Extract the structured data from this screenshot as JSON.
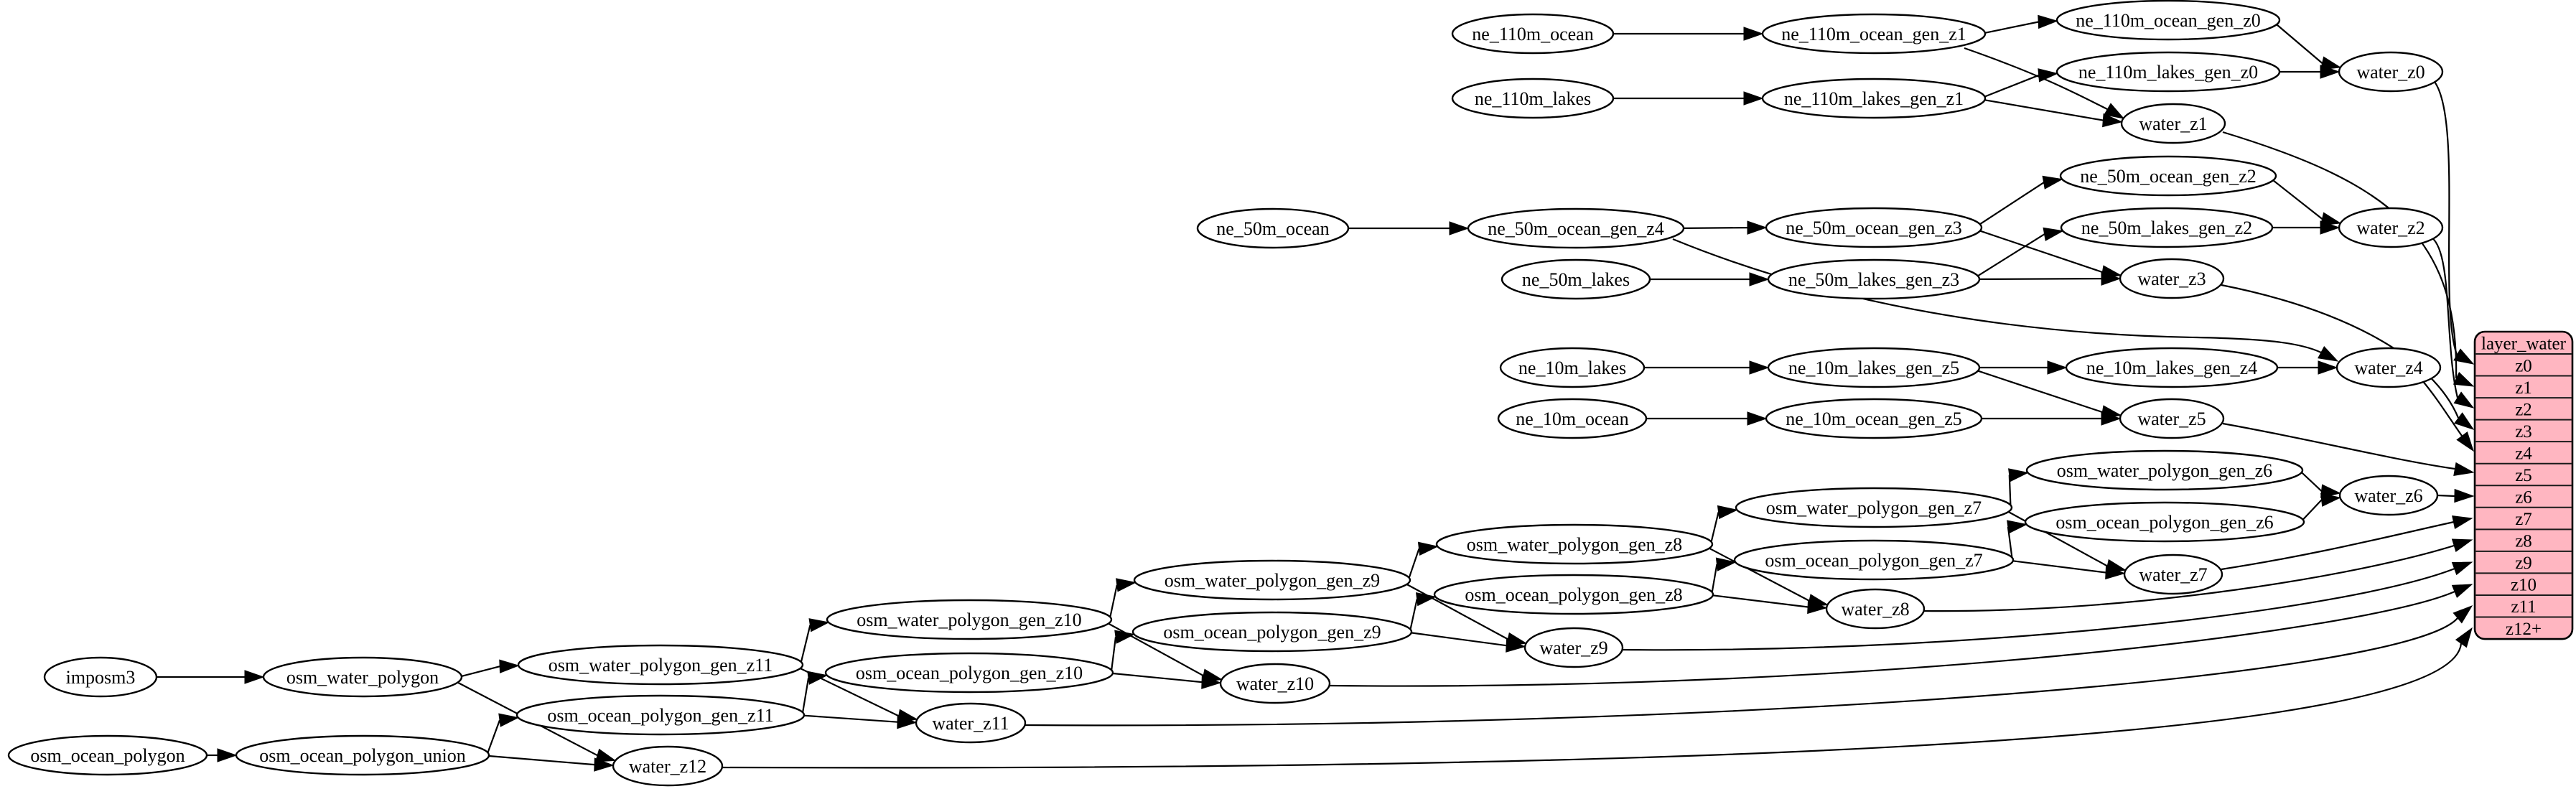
{
  "diagram": {
    "kind": "dependency-graph",
    "colors": {
      "background": "#ffffff",
      "node_fill": "#ffffff",
      "node_stroke": "#000000",
      "edge": "#000000",
      "text": "#000000",
      "table_fill": "#ffb6c1",
      "table_stroke": "#000000"
    },
    "nodes": [
      {
        "id": "imposm3",
        "label": "imposm3"
      },
      {
        "id": "osm_water_polygon",
        "label": "osm_water_polygon"
      },
      {
        "id": "osm_ocean_polygon",
        "label": "osm_ocean_polygon"
      },
      {
        "id": "osm_ocean_polygon_union",
        "label": "osm_ocean_polygon_union"
      },
      {
        "id": "ne_110m_ocean",
        "label": "ne_110m_ocean"
      },
      {
        "id": "ne_110m_ocean_gen_z1",
        "label": "ne_110m_ocean_gen_z1"
      },
      {
        "id": "ne_110m_ocean_gen_z0",
        "label": "ne_110m_ocean_gen_z0"
      },
      {
        "id": "ne_110m_lakes",
        "label": "ne_110m_lakes"
      },
      {
        "id": "ne_110m_lakes_gen_z1",
        "label": "ne_110m_lakes_gen_z1"
      },
      {
        "id": "ne_110m_lakes_gen_z0",
        "label": "ne_110m_lakes_gen_z0"
      },
      {
        "id": "water_z0",
        "label": "water_z0"
      },
      {
        "id": "water_z1",
        "label": "water_z1"
      },
      {
        "id": "ne_50m_ocean",
        "label": "ne_50m_ocean"
      },
      {
        "id": "ne_50m_ocean_gen_z4",
        "label": "ne_50m_ocean_gen_z4"
      },
      {
        "id": "ne_50m_ocean_gen_z3",
        "label": "ne_50m_ocean_gen_z3"
      },
      {
        "id": "ne_50m_ocean_gen_z2",
        "label": "ne_50m_ocean_gen_z2"
      },
      {
        "id": "ne_50m_lakes",
        "label": "ne_50m_lakes"
      },
      {
        "id": "ne_50m_lakes_gen_z3",
        "label": "ne_50m_lakes_gen_z3"
      },
      {
        "id": "ne_50m_lakes_gen_z2",
        "label": "ne_50m_lakes_gen_z2"
      },
      {
        "id": "water_z2",
        "label": "water_z2"
      },
      {
        "id": "water_z3",
        "label": "water_z3"
      },
      {
        "id": "ne_10m_lakes",
        "label": "ne_10m_lakes"
      },
      {
        "id": "ne_10m_lakes_gen_z5",
        "label": "ne_10m_lakes_gen_z5"
      },
      {
        "id": "ne_10m_lakes_gen_z4",
        "label": "ne_10m_lakes_gen_z4"
      },
      {
        "id": "ne_10m_ocean",
        "label": "ne_10m_ocean"
      },
      {
        "id": "ne_10m_ocean_gen_z5",
        "label": "ne_10m_ocean_gen_z5"
      },
      {
        "id": "water_z4",
        "label": "water_z4"
      },
      {
        "id": "water_z5",
        "label": "water_z5"
      },
      {
        "id": "osm_water_polygon_gen_z6",
        "label": "osm_water_polygon_gen_z6"
      },
      {
        "id": "osm_water_polygon_gen_z7",
        "label": "osm_water_polygon_gen_z7"
      },
      {
        "id": "osm_water_polygon_gen_z8",
        "label": "osm_water_polygon_gen_z8"
      },
      {
        "id": "osm_water_polygon_gen_z9",
        "label": "osm_water_polygon_gen_z9"
      },
      {
        "id": "osm_water_polygon_gen_z10",
        "label": "osm_water_polygon_gen_z10"
      },
      {
        "id": "osm_water_polygon_gen_z11",
        "label": "osm_water_polygon_gen_z11"
      },
      {
        "id": "osm_ocean_polygon_gen_z6",
        "label": "osm_ocean_polygon_gen_z6"
      },
      {
        "id": "osm_ocean_polygon_gen_z7",
        "label": "osm_ocean_polygon_gen_z7"
      },
      {
        "id": "osm_ocean_polygon_gen_z8",
        "label": "osm_ocean_polygon_gen_z8"
      },
      {
        "id": "osm_ocean_polygon_gen_z9",
        "label": "osm_ocean_polygon_gen_z9"
      },
      {
        "id": "osm_ocean_polygon_gen_z10",
        "label": "osm_ocean_polygon_gen_z10"
      },
      {
        "id": "osm_ocean_polygon_gen_z11",
        "label": "osm_ocean_polygon_gen_z11"
      },
      {
        "id": "water_z6",
        "label": "water_z6"
      },
      {
        "id": "water_z7",
        "label": "water_z7"
      },
      {
        "id": "water_z8",
        "label": "water_z8"
      },
      {
        "id": "water_z9",
        "label": "water_z9"
      },
      {
        "id": "water_z10",
        "label": "water_z10"
      },
      {
        "id": "water_z11",
        "label": "water_z11"
      },
      {
        "id": "water_z12",
        "label": "water_z12"
      }
    ],
    "edges": [
      [
        "ne_110m_ocean",
        "ne_110m_ocean_gen_z1"
      ],
      [
        "ne_110m_ocean_gen_z1",
        "ne_110m_ocean_gen_z0"
      ],
      [
        "ne_110m_ocean_gen_z1",
        "water_z1"
      ],
      [
        "ne_110m_lakes",
        "ne_110m_lakes_gen_z1"
      ],
      [
        "ne_110m_lakes_gen_z1",
        "ne_110m_lakes_gen_z0"
      ],
      [
        "ne_110m_lakes_gen_z1",
        "water_z1"
      ],
      [
        "ne_110m_ocean_gen_z0",
        "water_z0"
      ],
      [
        "ne_110m_lakes_gen_z0",
        "water_z0"
      ],
      [
        "ne_50m_ocean",
        "ne_50m_ocean_gen_z4"
      ],
      [
        "ne_50m_ocean_gen_z4",
        "ne_50m_ocean_gen_z3"
      ],
      [
        "ne_50m_ocean_gen_z4",
        "water_z4"
      ],
      [
        "ne_50m_ocean_gen_z3",
        "ne_50m_ocean_gen_z2"
      ],
      [
        "ne_50m_ocean_gen_z3",
        "water_z3"
      ],
      [
        "ne_50m_lakes",
        "ne_50m_lakes_gen_z3"
      ],
      [
        "ne_50m_lakes_gen_z3",
        "ne_50m_lakes_gen_z2"
      ],
      [
        "ne_50m_lakes_gen_z3",
        "water_z3"
      ],
      [
        "ne_50m_ocean_gen_z2",
        "water_z2"
      ],
      [
        "ne_50m_lakes_gen_z2",
        "water_z2"
      ],
      [
        "ne_10m_lakes",
        "ne_10m_lakes_gen_z5"
      ],
      [
        "ne_10m_lakes_gen_z5",
        "ne_10m_lakes_gen_z4"
      ],
      [
        "ne_10m_lakes_gen_z5",
        "water_z5"
      ],
      [
        "ne_10m_lakes_gen_z4",
        "water_z4"
      ],
      [
        "ne_10m_ocean",
        "ne_10m_ocean_gen_z5"
      ],
      [
        "ne_10m_ocean_gen_z5",
        "water_z5"
      ],
      [
        "imposm3",
        "osm_water_polygon"
      ],
      [
        "osm_water_polygon",
        "osm_water_polygon_gen_z11"
      ],
      [
        "osm_water_polygon",
        "water_z12"
      ],
      [
        "osm_ocean_polygon",
        "osm_ocean_polygon_union"
      ],
      [
        "osm_ocean_polygon_union",
        "osm_ocean_polygon_gen_z11"
      ],
      [
        "osm_ocean_polygon_union",
        "water_z12"
      ],
      [
        "osm_water_polygon_gen_z11",
        "osm_water_polygon_gen_z10"
      ],
      [
        "osm_water_polygon_gen_z11",
        "water_z11"
      ],
      [
        "osm_ocean_polygon_gen_z11",
        "osm_ocean_polygon_gen_z10"
      ],
      [
        "osm_ocean_polygon_gen_z11",
        "water_z11"
      ],
      [
        "osm_water_polygon_gen_z10",
        "osm_water_polygon_gen_z9"
      ],
      [
        "osm_water_polygon_gen_z10",
        "water_z10"
      ],
      [
        "osm_ocean_polygon_gen_z10",
        "osm_ocean_polygon_gen_z9"
      ],
      [
        "osm_ocean_polygon_gen_z10",
        "water_z10"
      ],
      [
        "osm_water_polygon_gen_z9",
        "osm_water_polygon_gen_z8"
      ],
      [
        "osm_water_polygon_gen_z9",
        "water_z9"
      ],
      [
        "osm_ocean_polygon_gen_z9",
        "osm_ocean_polygon_gen_z8"
      ],
      [
        "osm_ocean_polygon_gen_z9",
        "water_z9"
      ],
      [
        "osm_water_polygon_gen_z8",
        "osm_water_polygon_gen_z7"
      ],
      [
        "osm_water_polygon_gen_z8",
        "water_z8"
      ],
      [
        "osm_ocean_polygon_gen_z8",
        "osm_ocean_polygon_gen_z7"
      ],
      [
        "osm_ocean_polygon_gen_z8",
        "water_z8"
      ],
      [
        "osm_water_polygon_gen_z7",
        "osm_water_polygon_gen_z6"
      ],
      [
        "osm_water_polygon_gen_z7",
        "water_z7"
      ],
      [
        "osm_ocean_polygon_gen_z7",
        "osm_ocean_polygon_gen_z6"
      ],
      [
        "osm_ocean_polygon_gen_z7",
        "water_z7"
      ],
      [
        "osm_water_polygon_gen_z6",
        "water_z6"
      ],
      [
        "osm_ocean_polygon_gen_z6",
        "water_z6"
      ],
      [
        "water_z0",
        "layer_water:z0"
      ],
      [
        "water_z1",
        "layer_water:z1"
      ],
      [
        "water_z2",
        "layer_water:z2"
      ],
      [
        "water_z3",
        "layer_water:z3"
      ],
      [
        "water_z4",
        "layer_water:z4"
      ],
      [
        "water_z5",
        "layer_water:z5"
      ],
      [
        "water_z6",
        "layer_water:z6"
      ],
      [
        "water_z7",
        "layer_water:z7"
      ],
      [
        "water_z8",
        "layer_water:z8"
      ],
      [
        "water_z9",
        "layer_water:z9"
      ],
      [
        "water_z10",
        "layer_water:z10"
      ],
      [
        "water_z11",
        "layer_water:z11"
      ],
      [
        "water_z12",
        "layer_water:z12+"
      ]
    ],
    "table": {
      "title": "layer_water",
      "rows": [
        "z0",
        "z1",
        "z2",
        "z3",
        "z4",
        "z5",
        "z6",
        "z7",
        "z8",
        "z9",
        "z10",
        "z11",
        "z12+"
      ]
    }
  }
}
